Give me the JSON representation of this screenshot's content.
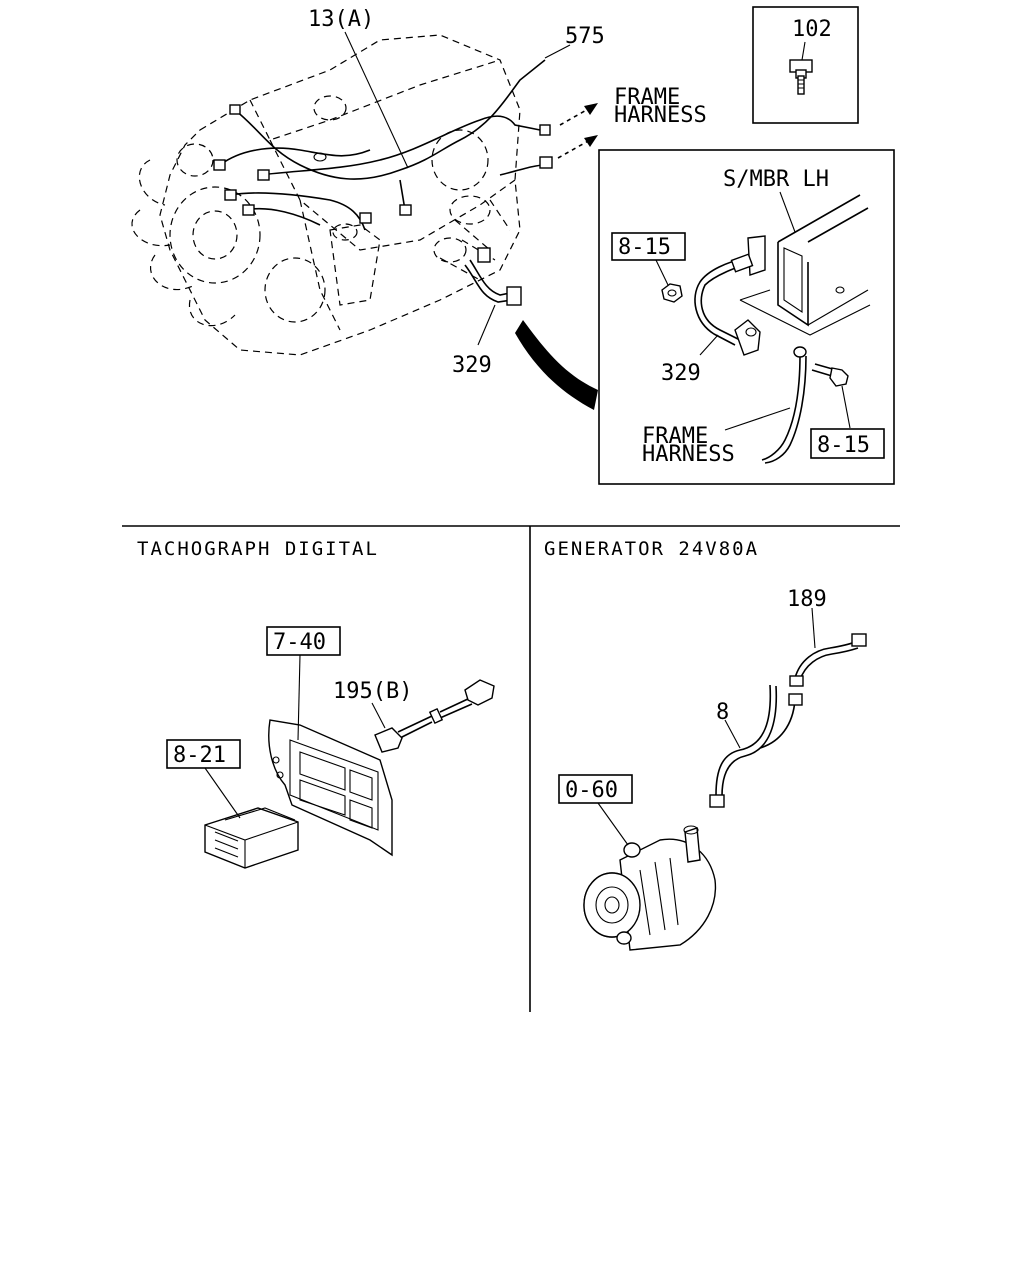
{
  "labels": {
    "engine_harness": "13(A)",
    "harness_575": "575",
    "frame_harness_top_1": "FRAME",
    "frame_harness_top_2": "HARNESS",
    "bolt_102": "102",
    "ground_cable_329_main": "329",
    "smbr_lh": "S/MBR LH",
    "ref_8_15_upper": "8-15",
    "ground_cable_329_detail": "329",
    "frame_harness_detail_1": "FRAME",
    "frame_harness_detail_2": "HARNESS",
    "ref_8_15_lower": "8-15",
    "tacho_title": "TACHOGRAPH DIGITAL",
    "ref_7_40": "7-40",
    "harness_195b": "195(B)",
    "ref_8_21": "8-21",
    "generator_title": "GENERATOR 24V80A",
    "harness_189": "189",
    "harness_8": "8",
    "ref_0_60": "0-60"
  }
}
